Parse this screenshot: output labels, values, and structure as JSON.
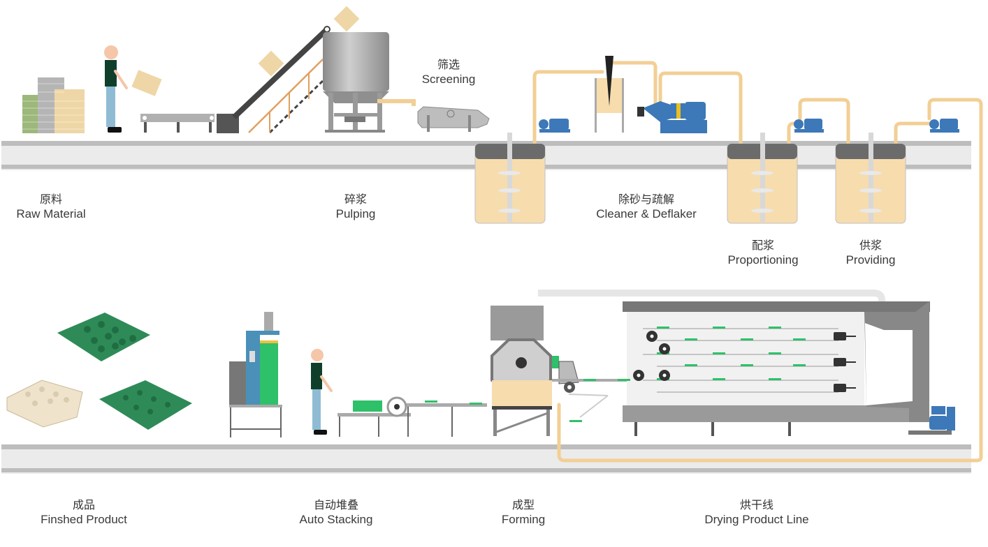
{
  "title": "Pulp Molding Production Line Process",
  "colors": {
    "floor": "#e8e8e8",
    "floor_edge": "#bdbdbd",
    "pulp": "#f7dcae",
    "pipe": "#f2cf95",
    "tank_lid": "#6b6b6b",
    "pump_blue": "#3d78b8",
    "machine_gray": "#9e9e9e",
    "dark_gray": "#555555",
    "worker_shirt": "#0f3f2a",
    "worker_pants": "#8fbcd4",
    "worker_skin": "#f5c6a8",
    "tray_green": "#2e8b57",
    "tray_cream": "#efe3cc"
  },
  "stages": {
    "raw_material": {
      "zh": "原料",
      "en": "Raw Material"
    },
    "pulping": {
      "zh": "碎浆",
      "en": "Pulping"
    },
    "screening": {
      "zh": "筛选",
      "en": "Screening"
    },
    "cleaner": {
      "zh": "除砂与疏解",
      "en": "Cleaner & Deflaker"
    },
    "proportioning": {
      "zh": "配浆",
      "en": "Proportioning"
    },
    "providing": {
      "zh": "供浆",
      "en": "Providing"
    },
    "finished": {
      "zh": "成品",
      "en": "Finshed Product"
    },
    "stacking": {
      "zh": "自动堆叠",
      "en": "Auto Stacking"
    },
    "forming": {
      "zh": "成型",
      "en": "Forming"
    },
    "drying": {
      "zh": "烘干线",
      "en": "Drying Product Line"
    }
  }
}
